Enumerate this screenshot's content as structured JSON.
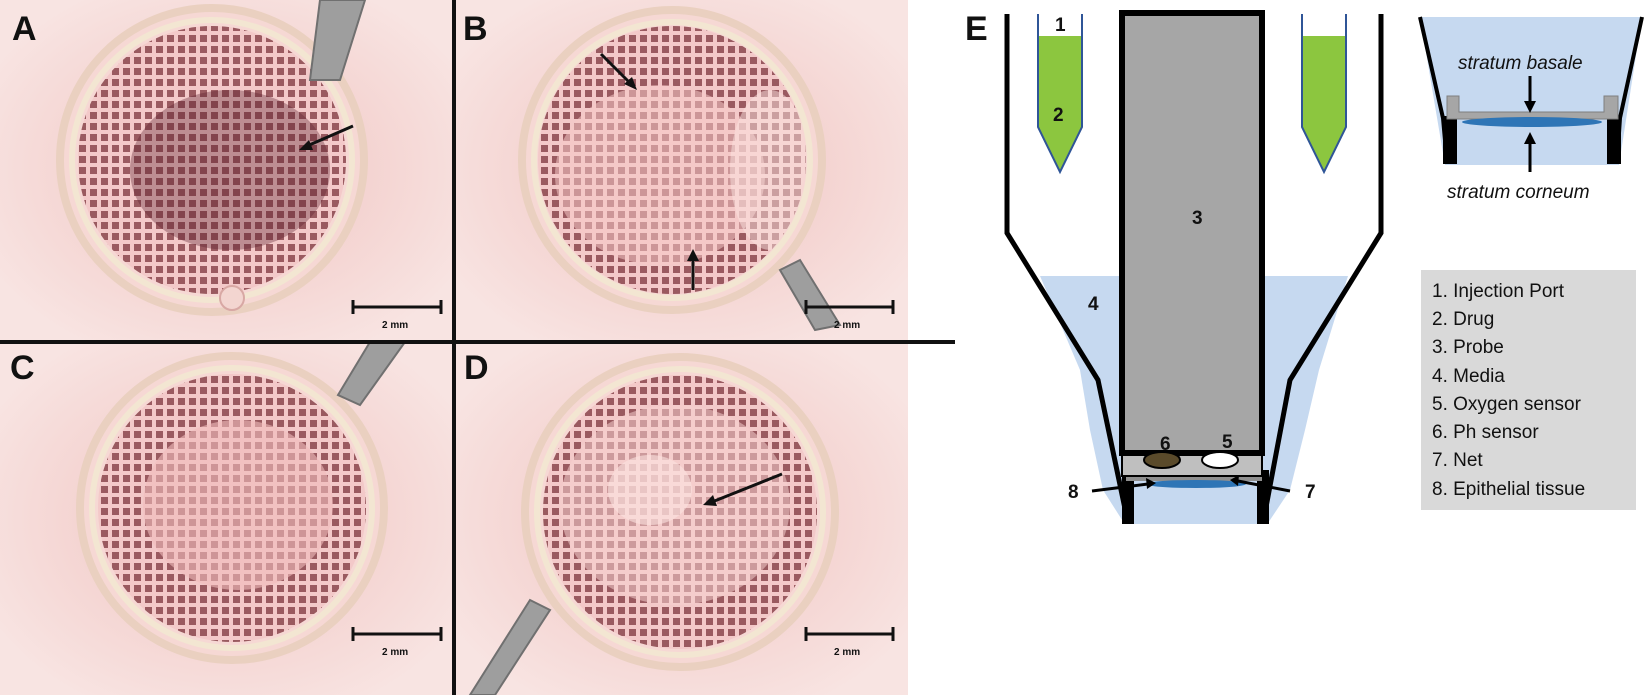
{
  "panels": [
    {
      "letter": "A",
      "scale_label": "2 mm"
    },
    {
      "letter": "B",
      "scale_label": "2 mm"
    },
    {
      "letter": "C",
      "scale_label": "2 mm"
    },
    {
      "letter": "D",
      "scale_label": "2 mm"
    }
  ],
  "schematic": {
    "letter": "E",
    "labels": [
      "1",
      "2",
      "3",
      "4",
      "5",
      "6",
      "7",
      "8"
    ],
    "inset_top_label": "stratum basale",
    "inset_bottom_label": "stratum corneum",
    "legend": [
      "1. Injection Port",
      "2. Drug",
      "3. Probe",
      "4. Media",
      "5. Oxygen sensor",
      "6. Ph sensor",
      "7. Net",
      "8. Epithelial tissue"
    ]
  },
  "colors": {
    "drug": "#8cc63f",
    "media": "#c6d9f0",
    "probe": "#a6a6a6",
    "tissue": "#2e75b6",
    "legend_bg": "#d9d9d9",
    "photo_tissue": "#d98f93"
  }
}
